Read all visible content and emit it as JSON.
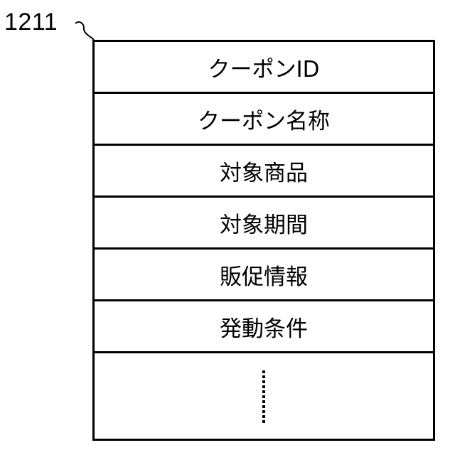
{
  "reference_label": "1211",
  "rows": [
    {
      "label": "クーポンID"
    },
    {
      "label": "クーポン名称"
    },
    {
      "label": "対象商品"
    },
    {
      "label": "対象期間"
    },
    {
      "label": "販促情報"
    },
    {
      "label": "発動条件"
    }
  ],
  "continuation": {
    "icon": "vertical-ellipsis-icon"
  }
}
